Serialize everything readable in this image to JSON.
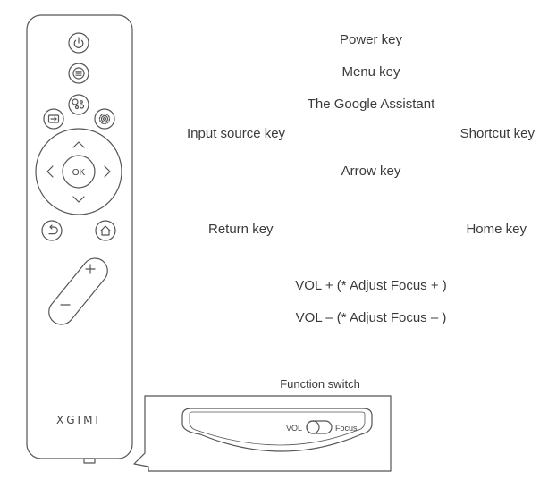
{
  "remote": {
    "brand": "XGIMI",
    "ok_label": "OK",
    "plus_label": "+",
    "minus_label": "−",
    "icons": [
      "power-icon",
      "menu-icon",
      "google-assistant-icon",
      "input-source-icon",
      "settings-gear-icon",
      "arrow-up-icon",
      "arrow-down-icon",
      "arrow-left-icon",
      "arrow-right-icon",
      "return-icon",
      "home-icon"
    ]
  },
  "labels": {
    "power": "Power key",
    "menu": "Menu key",
    "assistant": "The Google Assistant",
    "input_source": "Input source key",
    "shortcut": "Shortcut key",
    "arrow": "Arrow key",
    "return": "Return key",
    "home": "Home key",
    "vol_plus": "VOL + (* Adjust Focus + )",
    "vol_minus": "VOL – (* Adjust Focus – )",
    "function_switch": "Function switch"
  },
  "switch": {
    "left_label": "VOL",
    "right_label": "Focus"
  },
  "colors": {
    "line": "#555555",
    "text": "#3a3a3a",
    "background": "#ffffff"
  }
}
